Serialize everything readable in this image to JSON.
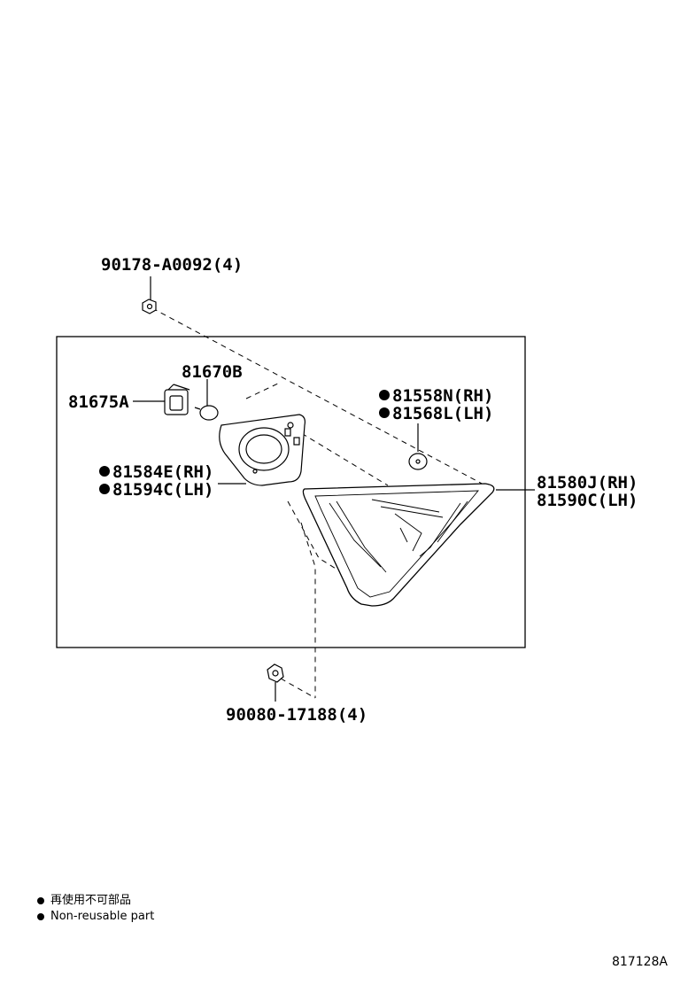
{
  "parts": {
    "screw_top": "90178-A0092(4)",
    "socket": "81675A",
    "bulb": "81670B",
    "gasket_rh": "81558N(RH)",
    "gasket_lh": "81568L(LH)",
    "cover_rh": "81584E(RH)",
    "cover_lh": "81594C(LH)",
    "lamp_rh": "81580J(RH)",
    "lamp_lh": "81590C(LH)",
    "nut_bottom": "90080-17188(4)"
  },
  "legend": {
    "japanese": "再使用不可部品",
    "english": "Non-reusable part"
  },
  "drawing_id": "817128A",
  "colors": {
    "line": "#000000",
    "background": "#ffffff"
  }
}
